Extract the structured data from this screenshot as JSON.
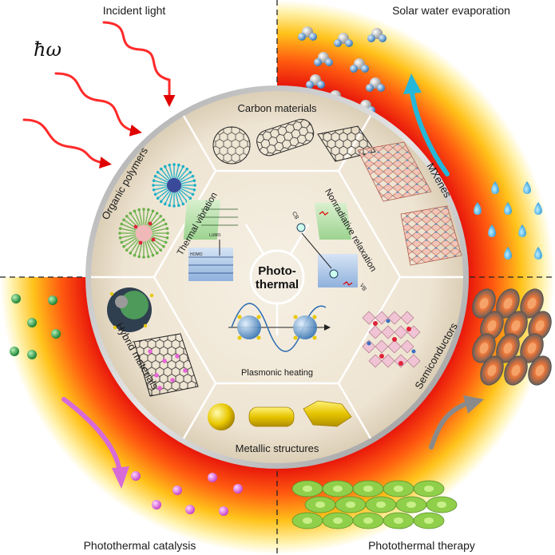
{
  "corners": {
    "top_left": "Incident light",
    "top_right": "Solar water evaporation",
    "bottom_left": "Photothermal catalysis",
    "bottom_right": "Photothermal therapy"
  },
  "photon_symbol": "ħω",
  "center": {
    "line1": "Photo-",
    "line2": "thermal"
  },
  "outer_segments": {
    "top": "Carbon materials",
    "upper_right": "MXenes",
    "lower_right": "Semiconductors",
    "bottom": "Metallic structures",
    "lower_left": "Hybrid materials",
    "upper_left": "Organic polymers"
  },
  "mechanisms": {
    "left": "Thermal vibration",
    "right": "Nonradiative relaxation",
    "bottom": "Plasmonic heating"
  },
  "band_labels": {
    "lumo": "LUMO",
    "homo": "HOMO",
    "cb": "CB",
    "vb": "VB"
  },
  "colors": {
    "hot": "#e8000a",
    "warm": "#ffd11a",
    "disc": "#efe6d6",
    "light": "#ff2a2a"
  }
}
